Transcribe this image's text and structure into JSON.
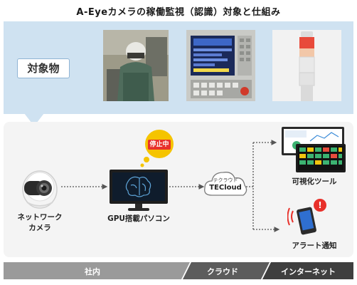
{
  "title": "A-Eyeカメラの稼働監視（認識）対象と仕組み",
  "targets_label": "対象物",
  "nodes": {
    "camera": "ネットワーク\nカメラ",
    "pc": "GPU搭載パソコン",
    "stopped_badge": "停止中",
    "cloud_kana": "テクラウド",
    "cloud_name": "TECloud",
    "visualization_tool": "可視化ツール",
    "alert": "アラート通知"
  },
  "zones": [
    "社内",
    "クラウド",
    "インターネット"
  ],
  "colors": {
    "panel_blue": "#cfe2f1",
    "badge_yellow": "#f5c400",
    "badge_red": "#e8302a",
    "zone_dark": "#5c5c5c",
    "zone_light": "#9a9a9a"
  }
}
